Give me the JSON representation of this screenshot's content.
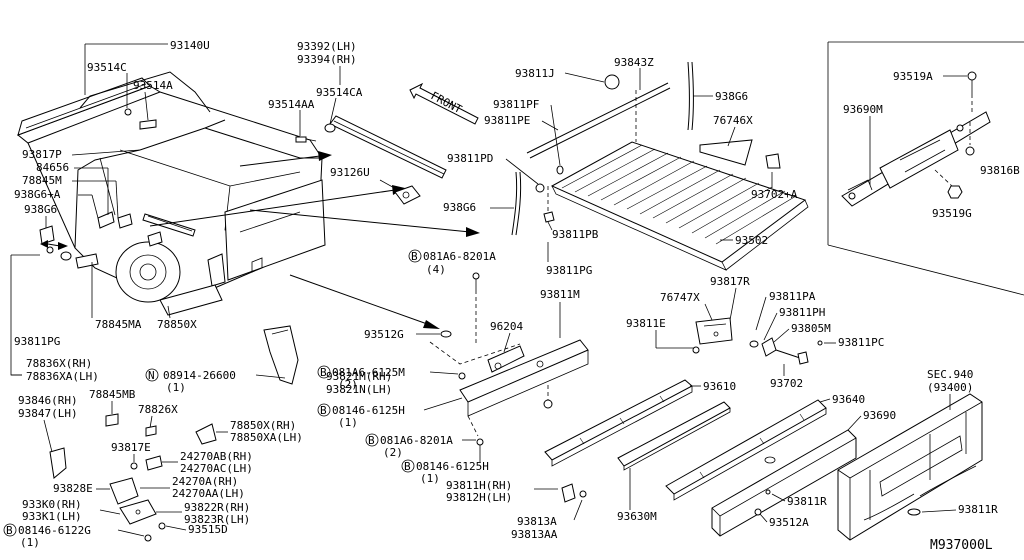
{
  "diagram_id": "M937000L",
  "labels": {
    "l93140U": "93140U",
    "l93514C": "93514C",
    "l93514A": "93514A",
    "l93817P": "93817P",
    "l84656": "84656",
    "l78845M": "78845M",
    "l938G6A": "938G6+A",
    "l938G6L": "938G6",
    "l93811PG_l": "93811PG",
    "l78836X": "78836X(RH)",
    "l78836XA": "78836XA(LH)",
    "l78845MA": "78845MA",
    "l78850X": "78850X",
    "l93392": "93392(LH)",
    "l93394": "93394(RH)",
    "l93514CA": "93514CA",
    "l93514AA": "93514AA",
    "l93126U": "93126U",
    "front": "FRONT",
    "l93811J": "93811J",
    "l93843Z": "93843Z",
    "l938G6R": "938G6",
    "l93811PF": "93811PF",
    "l93811PE": "93811PE",
    "l76746X": "76746X",
    "l93811PD": "93811PD",
    "l93702A": "93702+A",
    "l938G6M": "938G6",
    "l93811PB": "93811PB",
    "l93502": "93502",
    "l081A6_8201A_t": "081A6-8201A",
    "q4": "(4)",
    "l93811PG_m": "93811PG",
    "l93811M": "93811M",
    "l93512G": "93512G",
    "l96204": "96204",
    "l93821M": "93821M(RH)",
    "l93821N": "93821N(LH)",
    "l08914": "08914-26600",
    "q1a": "(1)",
    "l081A6_6125M": "081A6-6125M",
    "q2a": "(2)",
    "l08146_6125H_a": "08146-6125H",
    "q1b": "(1)",
    "l081A6_8201A_b": "081A6-8201A",
    "q2b": "(2)",
    "l08146_6125H_b": "08146-6125H",
    "q1c": "(1)",
    "l93811H": "93811H(RH)",
    "l93812H": "93812H(LH)",
    "l93813A": "93813A",
    "l93813AA": "93813AA",
    "l93846": "93846(RH)",
    "l93847": "93847(LH)",
    "l78845MB": "78845MB",
    "l78826X": "78826X",
    "l78850XR": "78850X(RH)",
    "l78850XA": "78850XA(LH)",
    "l93817E": "93817E",
    "l24270AB": "24270AB(RH)",
    "l24270AC": "24270AC(LH)",
    "l93828E": "93828E",
    "l24270A": "24270A(RH)",
    "l24270AA": "24270AA(LH)",
    "l933K0": "933K0(RH)",
    "l933K1": "933K1(LH)",
    "l93822R": "93822R(RH)",
    "l93823R": "93823R(LH)",
    "l08146_6122G": "08146-6122G",
    "q1d": "(1)",
    "l93515D": "93515D",
    "l76747X": "76747X",
    "l93817R": "93817R",
    "l93811PA": "93811PA",
    "l93811PH": "93811PH",
    "l93811E": "93811E",
    "l93805M": "93805M",
    "l93811PC": "93811PC",
    "l93702": "93702",
    "l93610": "93610",
    "l93640": "93640",
    "l93690": "93690",
    "l93630M": "93630M",
    "l93811R_a": "93811R",
    "l93512A": "93512A",
    "lSEC940": "SEC.940",
    "l93400": "(93400)",
    "l93811R_b": "93811R",
    "l93519A": "93519A",
    "l93690M": "93690M",
    "l93816B": "93816B",
    "l93519G": "93519G"
  },
  "bolt_symbol": "B",
  "nut_symbol": "N"
}
